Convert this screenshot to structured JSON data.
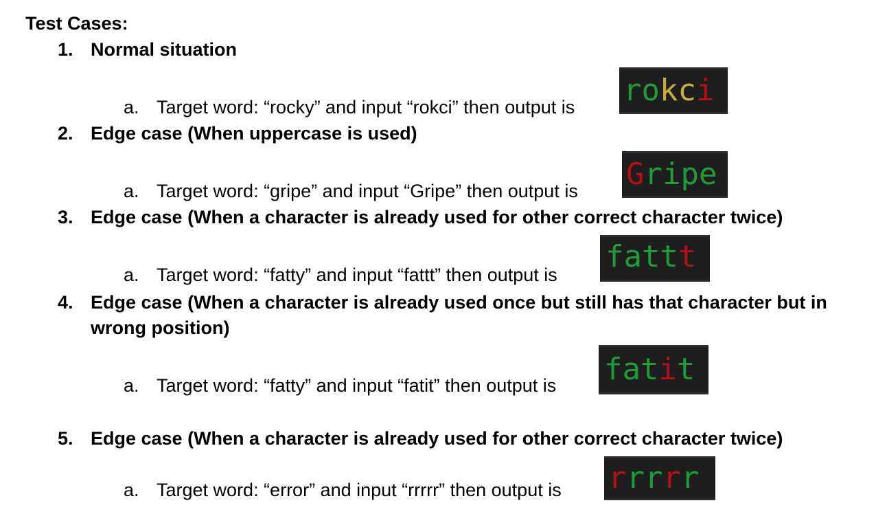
{
  "heading": "Test Cases:",
  "colors": {
    "correct": "#1f9b3a",
    "misplaced": "#c7b03a",
    "wrong": "#b3101a",
    "terminal_bg": "#1e1e1e"
  },
  "cases": [
    {
      "number": "1.",
      "title": "Normal situation",
      "sub_letter": "a.",
      "sub_text": "Target word: “rocky” and input “rokci” then output is",
      "output": [
        {
          "ch": "r",
          "state": "correct"
        },
        {
          "ch": "o",
          "state": "correct"
        },
        {
          "ch": "k",
          "state": "misplaced"
        },
        {
          "ch": "c",
          "state": "misplaced"
        },
        {
          "ch": "i",
          "state": "wrong"
        }
      ]
    },
    {
      "number": "2.",
      "title": "Edge case (When uppercase is used)",
      "sub_letter": "a.",
      "sub_text": "Target word: “gripe” and input “Gripe” then output is",
      "output": [
        {
          "ch": "G",
          "state": "wrong"
        },
        {
          "ch": "r",
          "state": "correct"
        },
        {
          "ch": "i",
          "state": "correct"
        },
        {
          "ch": "p",
          "state": "correct"
        },
        {
          "ch": "e",
          "state": "correct"
        }
      ]
    },
    {
      "number": "3.",
      "title": "Edge case (When a character is already used for other correct character twice)",
      "sub_letter": "a.",
      "sub_text": "Target word: “fatty” and input “fattt” then output is",
      "output": [
        {
          "ch": "f",
          "state": "correct"
        },
        {
          "ch": "a",
          "state": "correct"
        },
        {
          "ch": "t",
          "state": "correct"
        },
        {
          "ch": "t",
          "state": "correct"
        },
        {
          "ch": "t",
          "state": "wrong"
        }
      ]
    },
    {
      "number": "4.",
      "title": "Edge case (When a character is already used once but still has that character but in wrong position)",
      "sub_letter": "a.",
      "sub_text": "Target word: “fatty” and input “fatit” then output is",
      "output": [
        {
          "ch": "f",
          "state": "correct"
        },
        {
          "ch": "a",
          "state": "correct"
        },
        {
          "ch": "t",
          "state": "correct"
        },
        {
          "ch": "i",
          "state": "wrong"
        },
        {
          "ch": "t",
          "state": "correct"
        }
      ]
    },
    {
      "number": "5.",
      "title": "Edge case (When a character is already used for other correct character twice)",
      "sub_letter": "a.",
      "sub_text": "Target word: “error” and input “rrrrr” then output is",
      "output": [
        {
          "ch": "r",
          "state": "wrong"
        },
        {
          "ch": "r",
          "state": "correct"
        },
        {
          "ch": "r",
          "state": "correct"
        },
        {
          "ch": "r",
          "state": "wrong"
        },
        {
          "ch": "r",
          "state": "correct"
        }
      ]
    }
  ]
}
